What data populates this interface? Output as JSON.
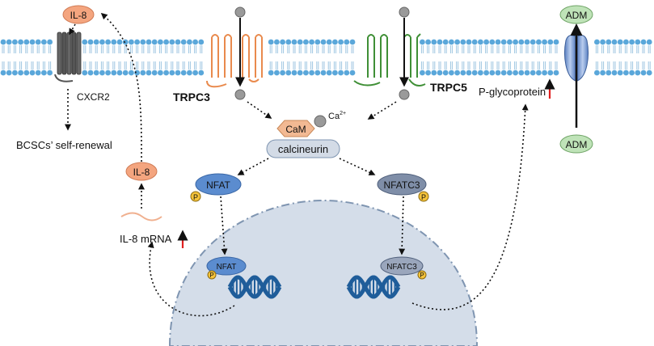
{
  "labels": {
    "il8_top": "IL-8",
    "cxcr2": "CXCR2",
    "trpc3": "TRPC3",
    "trpc5": "TRPC5",
    "cam": "CaM",
    "ca_base": "Ca",
    "ca_sup": "2+",
    "calcineurin": "calcineurin",
    "nfat": "NFAT",
    "nfatc3": "NFATC3",
    "nfat_nuc": "NFAT",
    "nfatc3_nuc": "NFATC3",
    "phospho": "P",
    "bcsc": "BCSCs’ self-renewal",
    "il8_mid": "IL-8",
    "il8_mrna": "IL-8 mRNA",
    "pgp": "P-glycoprotein",
    "adm_top": "ADM",
    "adm_bottom": "ADM"
  },
  "colors": {
    "membrane_head": "#5aa7da",
    "membrane_tail": "#9fc6e2",
    "nucleus": "#d4dde9",
    "nucleus_border": "#7f95b1",
    "il8": "#f4a57f",
    "cxcr2": "#555555",
    "trpc3": "#f6a36f",
    "trpc5": "#5ab04d",
    "cam": "#f2b993",
    "calcineurin": "#d3dbe6",
    "nfat": "#5b8ccf",
    "nfatc3": "#7f8ea8",
    "phospho": "#f5c33b",
    "adm": "#bfe3b8",
    "pgp": "#7d9bd0",
    "up_arrow": "#e02020",
    "dna": "#1f5d9a",
    "ion": "#9a9a9a"
  }
}
